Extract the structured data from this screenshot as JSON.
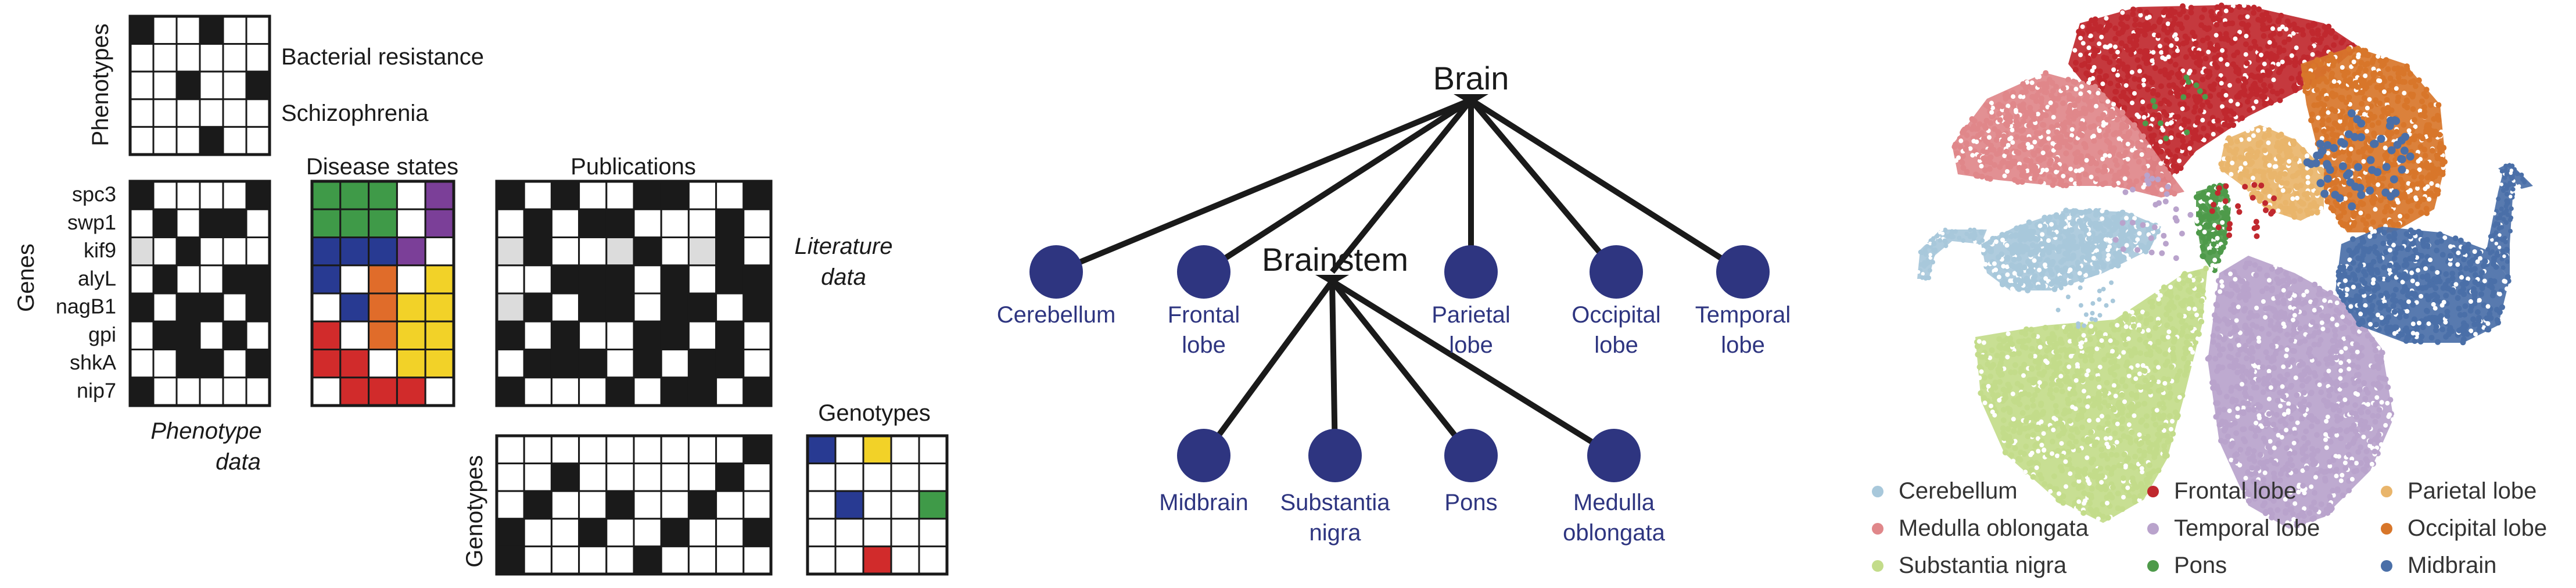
{
  "panel_a": {
    "phenotypes_label": "Phenotypes",
    "phenotype_annotations": [
      "Bacterial resistance",
      "Schizophrenia"
    ],
    "genes_label": "Genes",
    "genes": [
      "spc3",
      "swp1",
      "kif9",
      "alyL",
      "nagB1",
      "gpi",
      "shkA",
      "nip7"
    ],
    "phenotype_data_line1": "Phenotype",
    "phenotype_data_line2": "data",
    "disease_states_label": "Disease states",
    "publications_label": "Publications",
    "literature_data_line1": "Literature",
    "literature_data_line2": "data",
    "genotypes_axis_label": "Genotypes",
    "genotypes_title": "Genotypes",
    "matrices": {
      "phenotypes": [
        [
          1,
          0,
          0,
          1,
          0,
          0
        ],
        [
          0,
          0,
          0,
          0,
          0,
          0
        ],
        [
          0,
          0,
          1,
          0,
          0,
          1
        ],
        [
          0,
          0,
          0,
          0,
          0,
          0
        ],
        [
          0,
          0,
          0,
          1,
          0,
          0
        ]
      ],
      "phenotype_data": [
        [
          1,
          0,
          0,
          0,
          0,
          1
        ],
        [
          0,
          1,
          0,
          1,
          1,
          0
        ],
        [
          2,
          0,
          1,
          0,
          0,
          0
        ],
        [
          0,
          1,
          0,
          0,
          1,
          1
        ],
        [
          1,
          0,
          1,
          1,
          0,
          1
        ],
        [
          0,
          1,
          1,
          0,
          1,
          0
        ],
        [
          0,
          0,
          1,
          1,
          0,
          1
        ],
        [
          1,
          0,
          0,
          0,
          0,
          0
        ]
      ],
      "disease_states": [
        [
          "G",
          "G",
          "G",
          "",
          "P"
        ],
        [
          "G",
          "G",
          "G",
          "",
          "P"
        ],
        [
          "B",
          "B",
          "B",
          "P",
          ""
        ],
        [
          "B",
          "",
          "O",
          "",
          "Y"
        ],
        [
          "",
          "B",
          "O",
          "Y",
          "Y"
        ],
        [
          "R",
          "",
          "O",
          "Y",
          "Y"
        ],
        [
          "R",
          "R",
          "",
          "Y",
          "Y"
        ],
        [
          "",
          "R",
          "R",
          "R",
          ""
        ]
      ],
      "publications": [
        [
          1,
          0,
          1,
          0,
          0,
          1,
          1,
          0,
          0,
          1
        ],
        [
          0,
          1,
          0,
          1,
          1,
          0,
          0,
          0,
          1,
          0
        ],
        [
          2,
          1,
          0,
          0,
          2,
          1,
          0,
          2,
          1,
          0
        ],
        [
          0,
          0,
          1,
          1,
          1,
          0,
          1,
          0,
          1,
          1
        ],
        [
          2,
          1,
          0,
          1,
          1,
          0,
          1,
          1,
          0,
          1
        ],
        [
          1,
          0,
          1,
          0,
          0,
          1,
          1,
          0,
          1,
          0
        ],
        [
          0,
          1,
          1,
          1,
          0,
          1,
          0,
          1,
          1,
          0
        ],
        [
          1,
          0,
          0,
          0,
          1,
          0,
          1,
          1,
          0,
          1
        ]
      ],
      "genotypes_matrix": [
        [
          0,
          0,
          0,
          0,
          0,
          0,
          0,
          0,
          0,
          1
        ],
        [
          0,
          0,
          1,
          0,
          0,
          0,
          0,
          0,
          1,
          0
        ],
        [
          0,
          1,
          0,
          0,
          1,
          0,
          0,
          1,
          0,
          0
        ],
        [
          1,
          0,
          0,
          1,
          0,
          0,
          1,
          0,
          0,
          1
        ],
        [
          1,
          0,
          0,
          0,
          0,
          1,
          0,
          0,
          0,
          0
        ]
      ],
      "genotypes_small": [
        [
          "B",
          "",
          "Y",
          "",
          ""
        ],
        [
          "",
          "",
          "",
          "",
          ""
        ],
        [
          "",
          "B",
          "",
          "",
          "G"
        ],
        [
          "",
          "",
          "",
          "",
          ""
        ],
        [
          "",
          "",
          "R",
          "",
          ""
        ]
      ]
    }
  },
  "panel_b": {
    "root": "Brain",
    "brainstem": "Brainstem",
    "level1": [
      {
        "line1": "Cerebellum",
        "line2": ""
      },
      {
        "line1": "Frontal",
        "line2": "lobe"
      },
      {
        "line1": "Parietal",
        "line2": "lobe"
      },
      {
        "line1": "Occipital",
        "line2": "lobe"
      },
      {
        "line1": "Temporal",
        "line2": "lobe"
      }
    ],
    "level2": [
      {
        "line1": "Midbrain",
        "line2": ""
      },
      {
        "line1": "Substantia",
        "line2": "nigra"
      },
      {
        "line1": "Pons",
        "line2": ""
      },
      {
        "line1": "Medulla",
        "line2": "oblongata"
      }
    ],
    "node_color": "#2e3580",
    "label_color": "#2e3580"
  },
  "panel_c": {
    "legend": [
      {
        "label": "Cerebellum",
        "color": "#a8c8db"
      },
      {
        "label": "Frontal lobe",
        "color": "#c0282e"
      },
      {
        "label": "Parietal lobe",
        "color": "#e9b56b"
      },
      {
        "label": "Medulla oblongata",
        "color": "#e0878a"
      },
      {
        "label": "Temporal lobe",
        "color": "#b9a3cc"
      },
      {
        "label": "Occipital lobe",
        "color": "#d8762a"
      },
      {
        "label": "Substantia nigra",
        "color": "#c3dc8a"
      },
      {
        "label": "Pons",
        "color": "#4e9a4a"
      },
      {
        "label": "Midbrain",
        "color": "#4a6fa8"
      }
    ]
  },
  "colors": {
    "black": "#1a1a1a",
    "gray": "#dcdcdc",
    "G": "#3f9a48",
    "P": "#7b3f98",
    "B": "#283a92",
    "O": "#e06c2a",
    "Y": "#f2d228",
    "R": "#d12b2b"
  }
}
